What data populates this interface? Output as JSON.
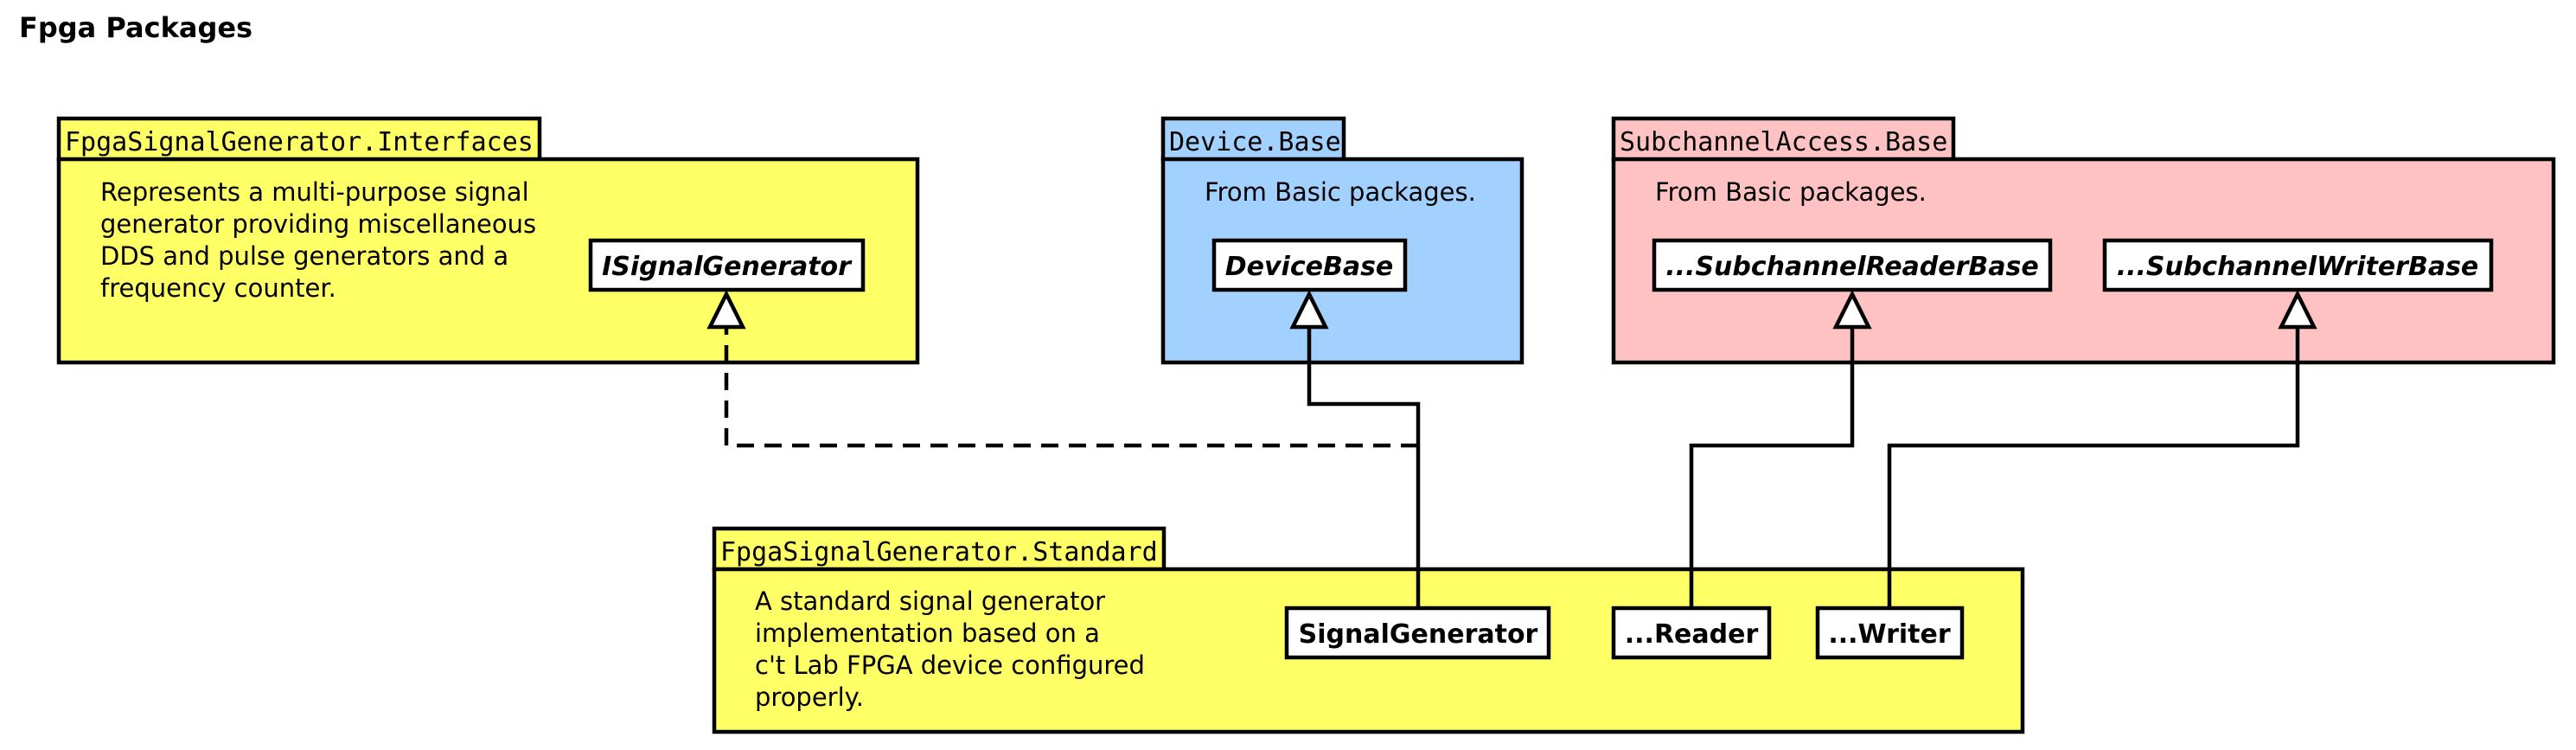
{
  "title": "Fpga Packages",
  "colors": {
    "yellow_package": "#ffff66",
    "blue_package": "#a3d1ff",
    "pink_package": "#ffc2c2",
    "class_fill": "#ffffff",
    "stroke": "#000000"
  },
  "packages": {
    "interfaces": {
      "name": "FpgaSignalGenerator.Interfaces",
      "description": [
        "Represents a multi-purpose signal",
        "generator providing miscellaneous",
        "DDS and pulse generators and a",
        "frequency counter."
      ],
      "classes": {
        "isignalgenerator": "ISignalGenerator"
      }
    },
    "device_base": {
      "name": "Device.Base",
      "description": [
        "From Basic packages."
      ],
      "classes": {
        "devicebase": "DeviceBase"
      }
    },
    "subchannel_base": {
      "name": "SubchannelAccess.Base",
      "description": [
        "From Basic packages."
      ],
      "classes": {
        "reader_base": "...SubchannelReaderBase",
        "writer_base": "...SubchannelWriterBase"
      }
    },
    "standard": {
      "name": "FpgaSignalGenerator.Standard",
      "description": [
        "A standard signal generator",
        "implementation based on a",
        "c't Lab FPGA device configured",
        "properly."
      ],
      "classes": {
        "signalgenerator": "SignalGenerator",
        "reader": "...Reader",
        "writer": "...Writer"
      }
    }
  },
  "relations": [
    {
      "from": "SignalGenerator",
      "to": "ISignalGenerator",
      "kind": "realization"
    },
    {
      "from": "SignalGenerator",
      "to": "DeviceBase",
      "kind": "generalization"
    },
    {
      "from": "...Reader",
      "to": "...SubchannelReaderBase",
      "kind": "generalization"
    },
    {
      "from": "...Writer",
      "to": "...SubchannelWriterBase",
      "kind": "generalization"
    }
  ]
}
